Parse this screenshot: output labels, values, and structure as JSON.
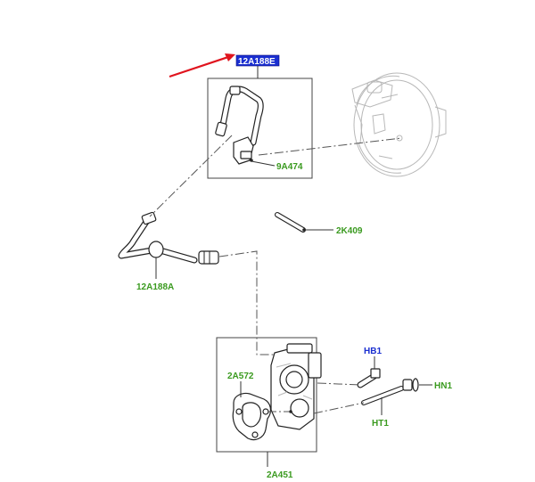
{
  "callouts": {
    "highlighted": "12A188E",
    "vacuum_sensor": "9A474",
    "tube": "2K409",
    "hose": "12A188A",
    "gasket": "2A572",
    "pump": "2A451",
    "bolt_hb1": "HB1",
    "nut_hn1": "HN1",
    "stud_ht1": "HT1"
  },
  "colors": {
    "callout_green": "#3a9a1f",
    "callout_blue": "#1a2fd0",
    "highlight_fill": "#1a2fd0",
    "arrow_red": "#e0141e"
  }
}
